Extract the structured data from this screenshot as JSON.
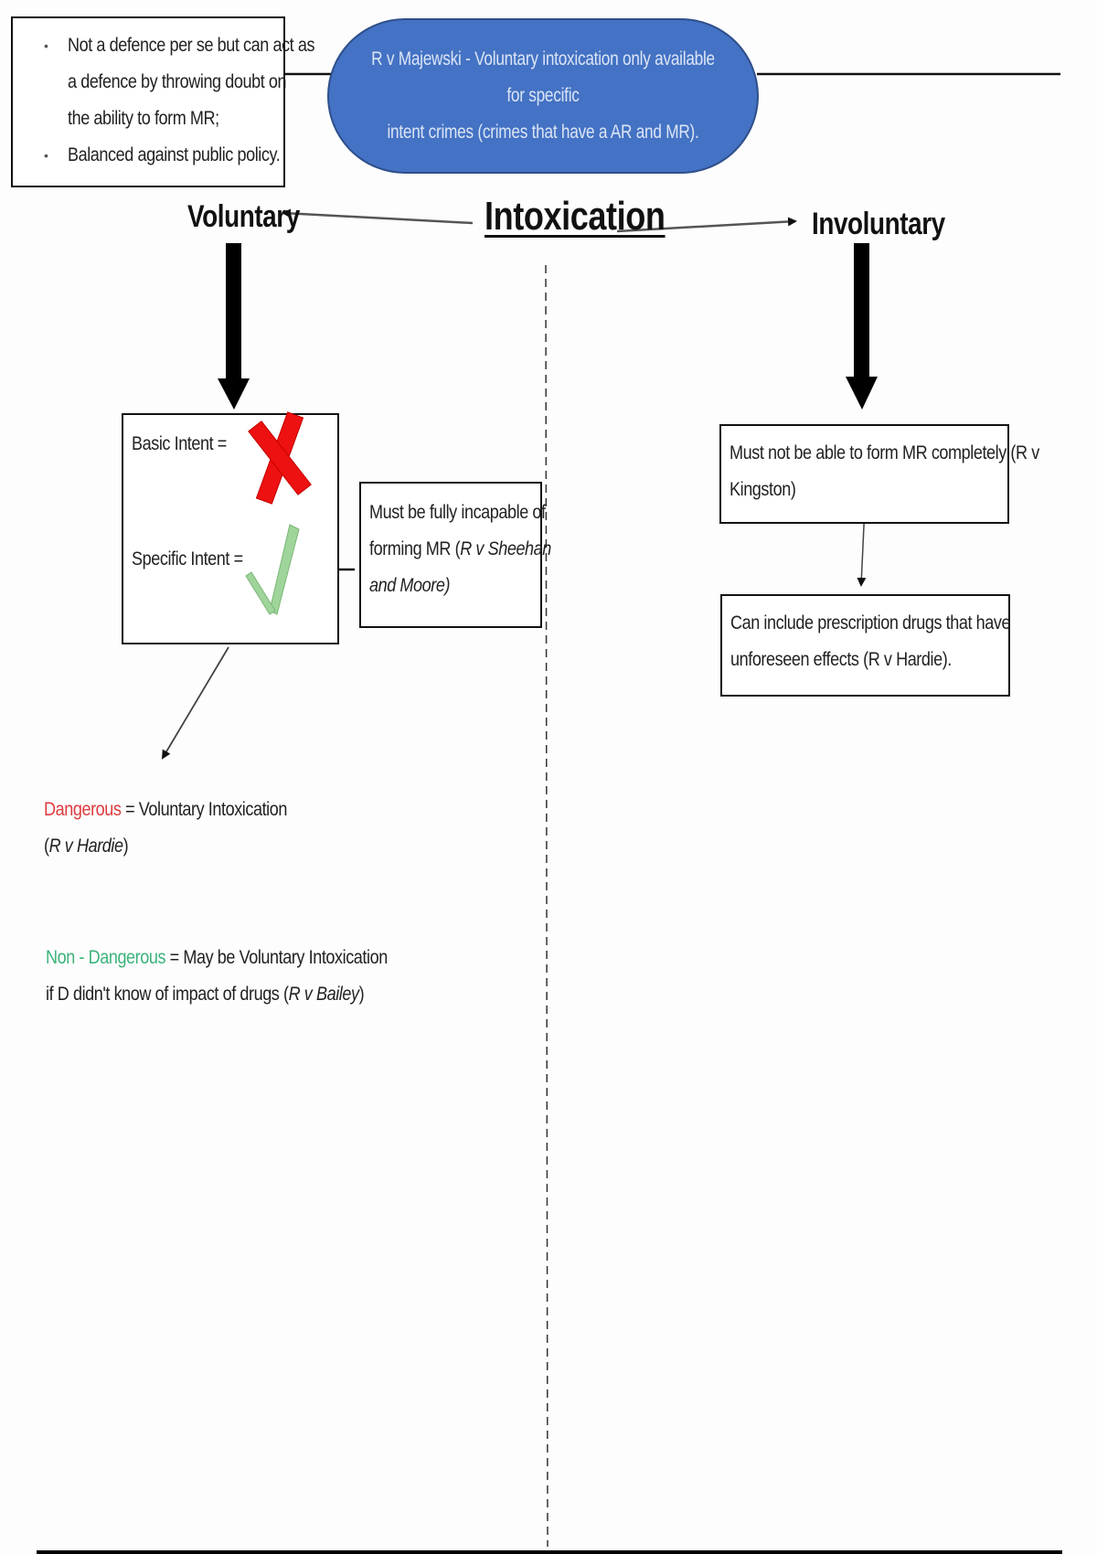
{
  "intro_box": {
    "bullets": [
      "Not a defence per se but can act as",
      "a defence by throwing doubt on",
      "the ability to form MR;",
      "Balanced against public policy."
    ],
    "bullet_char": "•"
  },
  "majewski_pill": {
    "line1": "R v Majewski - Voluntary intoxication only available for specific",
    "line2": "intent crimes (crimes that have a AR and MR).",
    "fill_color": "#4472c4"
  },
  "headings": {
    "title": "Intoxication",
    "left": "Voluntary",
    "right": "Involuntary"
  },
  "intent_box": {
    "basic_label": "Basic Intent =",
    "specific_label": "Specific Intent =",
    "basic_icon": "cross-icon",
    "specific_icon": "check-icon",
    "cross_color": "#ee1111",
    "check_color": "#9fd49a"
  },
  "sheehan_box": {
    "line1": "Must be fully incapable of",
    "line2_plain": "forming MR (",
    "line2_case": "R v Sheehan",
    "line3_case": "and Moore",
    "line3_close": ")"
  },
  "dangerous": {
    "label": "Dangerous",
    "rest": " = Voluntary Intoxication",
    "case_open": "(",
    "case": "R v Hardie",
    "case_close": ")",
    "label_color": "#e03a3e"
  },
  "non_dangerous": {
    "label": "Non - Dangerous",
    "rest": " = May be Voluntary Intoxication",
    "line2_plain": "if D didn't know of impact of drugs (",
    "case": "R v Bailey",
    "case_close": ")",
    "label_color": "#3bb37a"
  },
  "kingston_box": {
    "line1": "Must not be able to form MR completely (R v",
    "line2": "Kingston)"
  },
  "hardie_box": {
    "line1": "Can include prescription drugs that have",
    "line2": "unforeseen effects (R v Hardie)."
  }
}
